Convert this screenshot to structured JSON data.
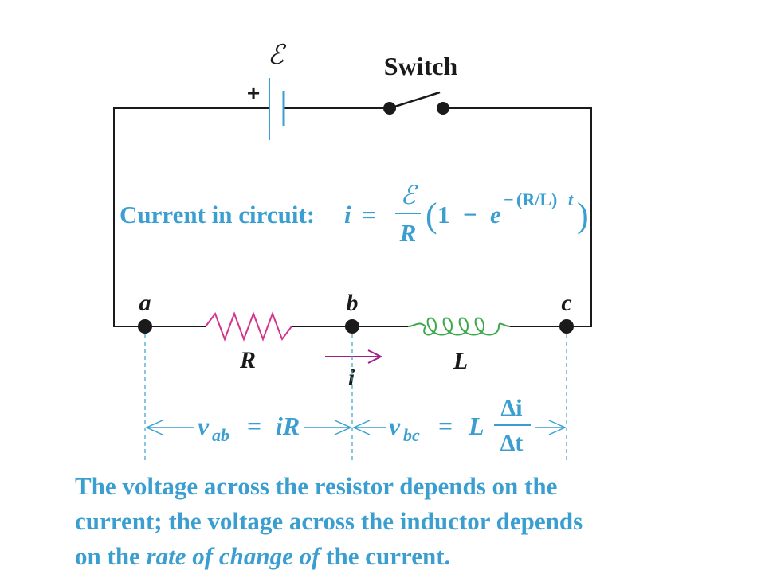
{
  "circuit": {
    "emf_symbol": "ℰ",
    "plus_sign": "+",
    "switch_label": "Switch",
    "node_a": "a",
    "node_b": "b",
    "node_c": "c",
    "resistor_label": "R",
    "inductor_label": "L",
    "current_label": "i"
  },
  "equation": {
    "prefix": "Current in circuit:",
    "var": "i",
    "equals": "=",
    "num": "ℰ",
    "den": "R",
    "open_paren": "(",
    "one": "1",
    "minus": "−",
    "e": "e",
    "exponent_sign": "−",
    "exponent_rl": "(R/L)",
    "exponent_t": "t",
    "close_paren": ")"
  },
  "voltages": {
    "vab_v": "v",
    "vab_sub": "ab",
    "vab_eq": "=",
    "vab_rhs": "iR",
    "vbc_v": "v",
    "vbc_sub": "bc",
    "vbc_eq": "=",
    "vbc_L": "L",
    "vbc_num": "Δi",
    "vbc_den": "Δt"
  },
  "caption": {
    "line1": "The voltage across the resistor depends on the",
    "line2": "current; the voltage across the inductor depends",
    "line3_pre": "on the ",
    "line3_em": "rate of change of",
    "line3_post": " the current."
  },
  "colors": {
    "wire": "#1a1a1a",
    "battery": "#3a9fd0",
    "resistor": "#d4348a",
    "inductor": "#3aa84a",
    "current_arrow": "#a0208a",
    "text_blue": "#3a9fd0"
  }
}
